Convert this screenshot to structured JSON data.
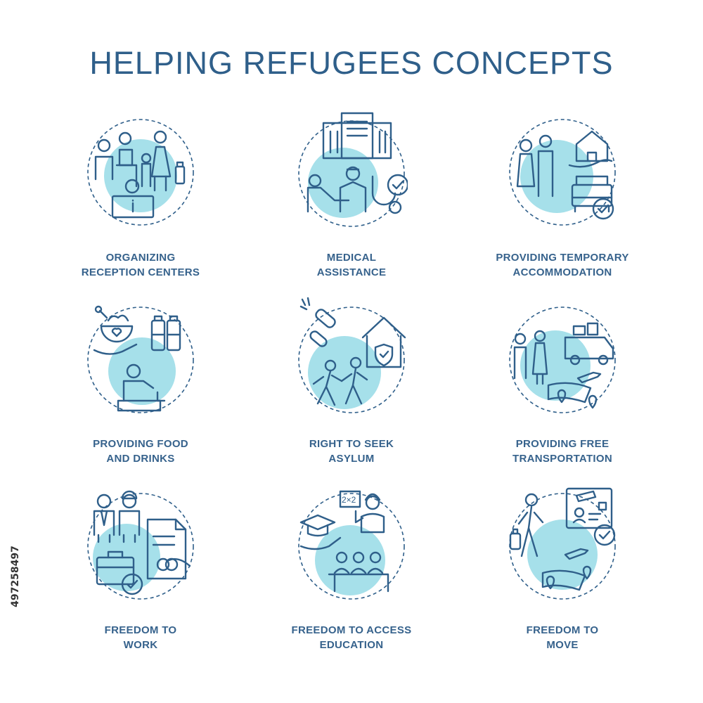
{
  "title": "HELPING REFUGEES CONCEPTS",
  "colors": {
    "ink": "#2f5f8a",
    "accent_fill": "#a6e0ea",
    "label": "#36628c"
  },
  "concepts": [
    {
      "line1": "ORGANIZING",
      "line2": "RECEPTION CENTERS",
      "icon": "reception-center-icon"
    },
    {
      "line1": "MEDICAL",
      "line2": "ASSISTANCE",
      "icon": "medical-assistance-icon"
    },
    {
      "line1": "PROVIDING TEMPORARY",
      "line2": "ACCOMMODATION",
      "icon": "temporary-accommodation-icon"
    },
    {
      "line1": "PROVIDING FOOD",
      "line2": "AND DRINKS",
      "icon": "food-and-drinks-icon"
    },
    {
      "line1": "RIGHT TO SEEK",
      "line2": "ASYLUM",
      "icon": "asylum-icon"
    },
    {
      "line1": "PROVIDING FREE",
      "line2": "TRANSPORTATION",
      "icon": "free-transportation-icon"
    },
    {
      "line1": "FREEDOM TO",
      "line2": "WORK",
      "icon": "freedom-to-work-icon"
    },
    {
      "line1": "FREEDOM TO ACCESS",
      "line2": "EDUCATION",
      "icon": "education-icon"
    },
    {
      "line1": "FREEDOM TO",
      "line2": "MOVE",
      "icon": "freedom-to-move-icon"
    }
  ],
  "stock_id": "497258497"
}
